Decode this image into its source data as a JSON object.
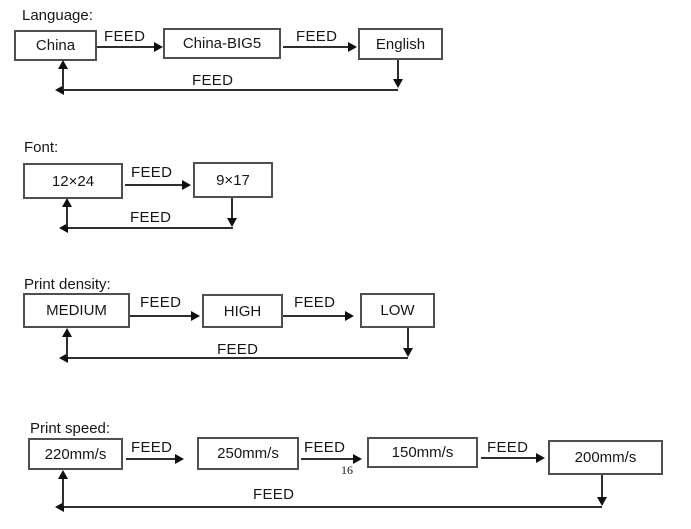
{
  "page_number": "16",
  "colors": {
    "ink": "#111111",
    "box_border": "#4f4f4f",
    "line": "#2e2e2e"
  },
  "sections": [
    {
      "label": "Language:",
      "feed": "FEED",
      "options": [
        "China",
        "China-BIG5",
        "English"
      ]
    },
    {
      "label": "Font:",
      "feed": "FEED",
      "options": [
        "12×24",
        "9×17"
      ]
    },
    {
      "label": "Print density:",
      "feed": "FEED",
      "options": [
        "MEDIUM",
        "HIGH",
        "LOW"
      ]
    },
    {
      "label": "Print speed:",
      "feed": "FEED",
      "options": [
        "220mm/s",
        "250mm/s",
        "150mm/s",
        "200mm/s"
      ]
    }
  ]
}
